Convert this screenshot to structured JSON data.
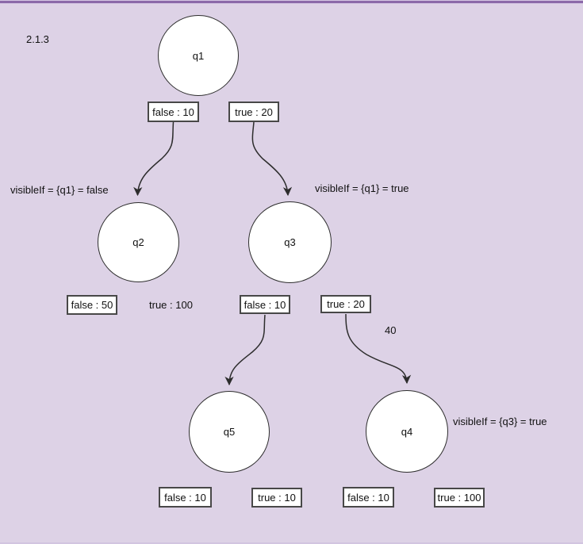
{
  "colors": {
    "background": "#ddd2e6",
    "topbar": "#8b69a9",
    "topbar-light": "#d6c7e4",
    "stroke": "#2d2d2d",
    "node-fill": "#ffffff",
    "box-fill": "#ffffff",
    "text": "#111111"
  },
  "annotations": {
    "version": "2.1.3",
    "q2_visible_if": "visibleIf = {q1} = false",
    "q3_visible_if": "visibleIf = {q1} = true",
    "q4_visible_if": "visibleIf = {q3} = true",
    "edge_weight": "40"
  },
  "nodes": {
    "q1": {
      "label": "q1"
    },
    "q2": {
      "label": "q2"
    },
    "q3": {
      "label": "q3"
    },
    "q4": {
      "label": "q4"
    },
    "q5": {
      "label": "q5"
    }
  },
  "boxes": {
    "q1_false": {
      "label": "false : 10"
    },
    "q1_true": {
      "label": "true : 20"
    },
    "q2_false": {
      "label": "false : 50"
    },
    "q2_true": {
      "label": "true : 100"
    },
    "q3_false": {
      "label": "false : 10"
    },
    "q3_true": {
      "label": "true : 20"
    },
    "q5_false": {
      "label": "false : 10"
    },
    "q5_true": {
      "label": "true : 10"
    },
    "q4_false": {
      "label": "false : 10"
    },
    "q4_true": {
      "label": "true : 100"
    }
  }
}
